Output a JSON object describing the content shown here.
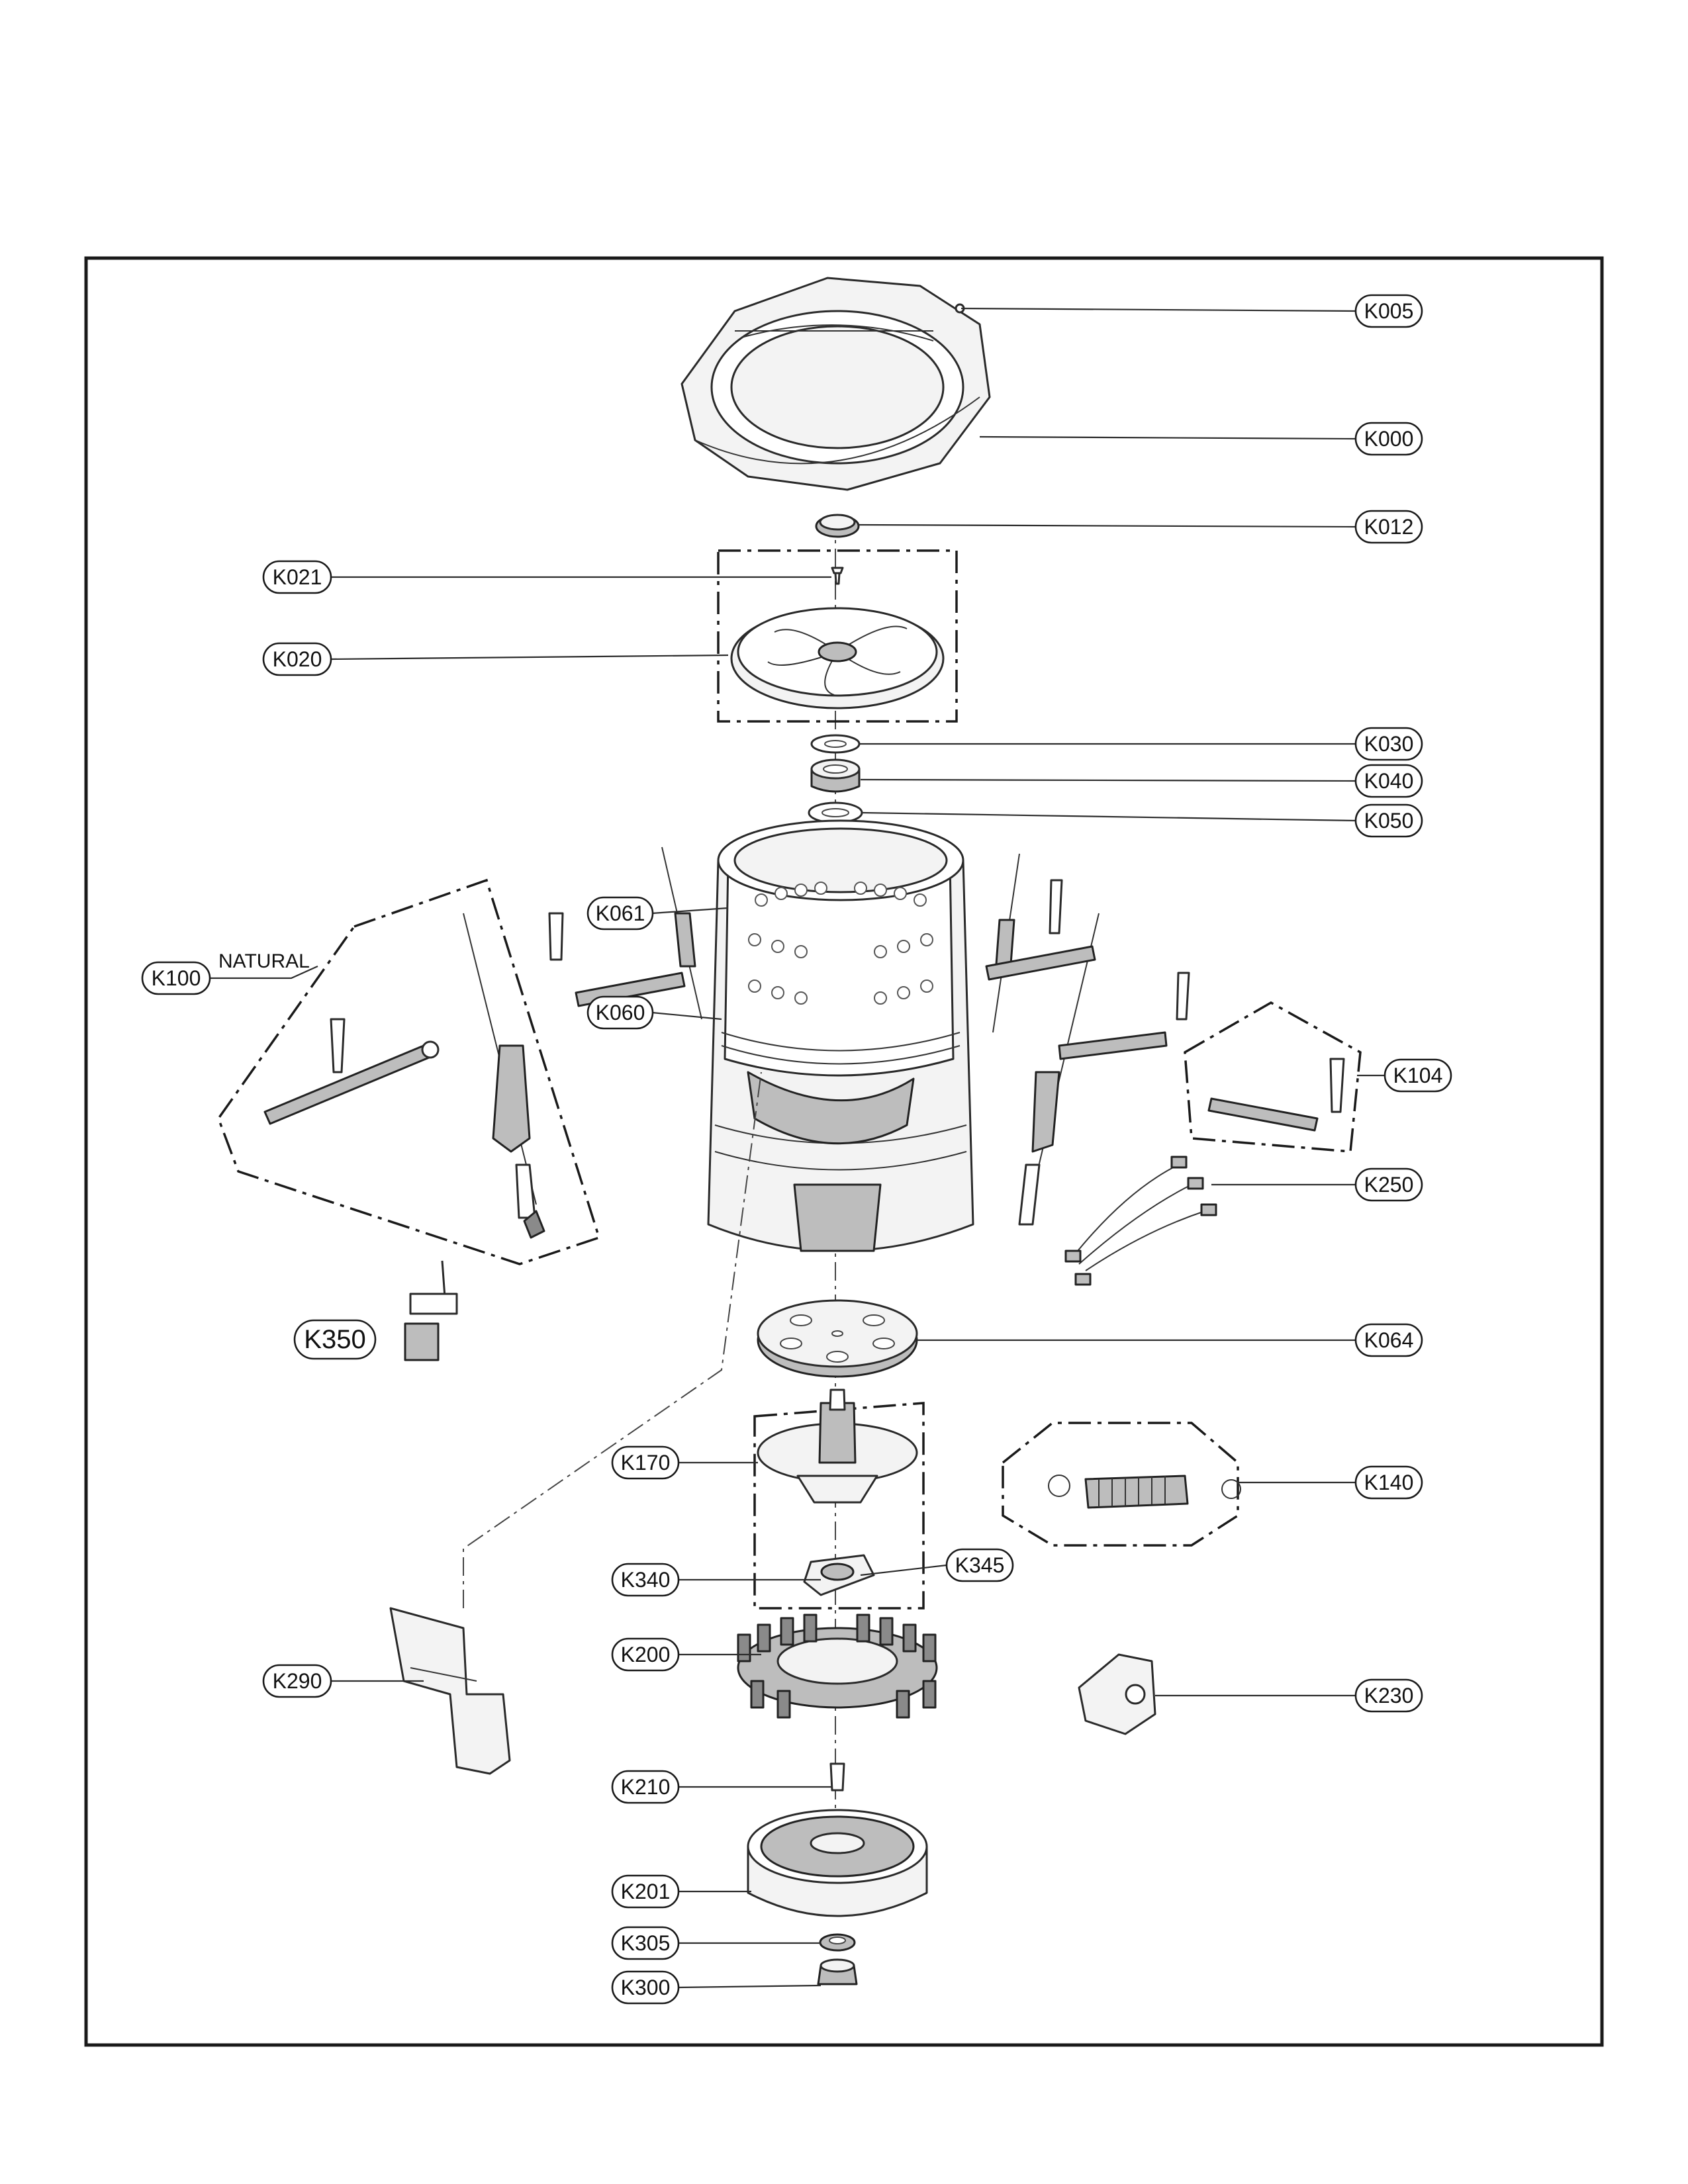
{
  "callouts": {
    "K005": "K005",
    "K000": "K000",
    "K012": "K012",
    "K021": "K021",
    "K020": "K020",
    "K030": "K030",
    "K040": "K040",
    "K050": "K050",
    "K061": "K061",
    "K060": "K060",
    "K100": "K100",
    "K104": "K104",
    "K250": "K250",
    "K350": "K350",
    "K064": "K064",
    "K170": "K170",
    "K140": "K140",
    "K340": "K340",
    "K345": "K345",
    "K200": "K200",
    "K290": "K290",
    "K230": "K230",
    "K210": "K210",
    "K201": "K201",
    "K305": "K305",
    "K300": "K300"
  },
  "labels": {
    "natural": "NATURAL"
  }
}
